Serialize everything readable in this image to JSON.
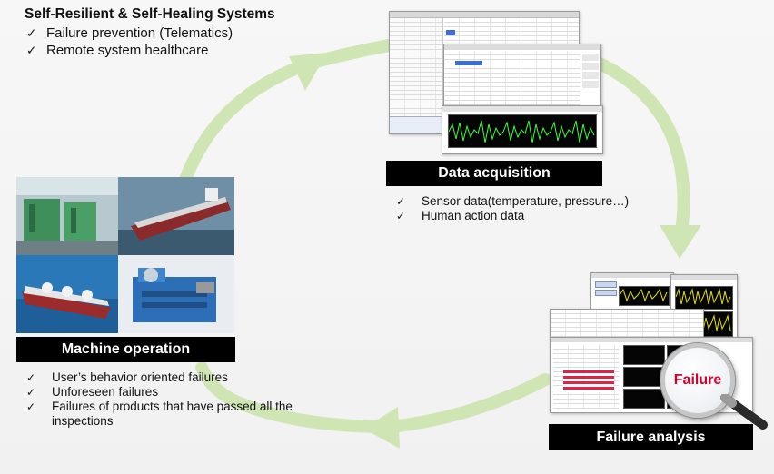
{
  "header": {
    "title": "Self-Resilient & Self-Healing Systems",
    "items": [
      "Failure prevention (Telematics)",
      "Remote system healthcare"
    ]
  },
  "data_acquisition": {
    "label": "Data acquisition",
    "items": [
      "Sensor data(temperature,  pressure…)",
      "Human action data"
    ]
  },
  "machine_operation": {
    "label": "Machine operation",
    "items": [
      "User’s behavior oriented failures",
      "Unforeseen failures",
      "Failures  of products that have passed all the inspections"
    ]
  },
  "failure_analysis": {
    "label": "Failure analysis",
    "magnifier_text": "Failure"
  },
  "colors": {
    "cycle_arrow": "#cfe6b4",
    "label_bg": "#000000",
    "signal": "#3cff3c",
    "failure_red": "#d8002a"
  }
}
